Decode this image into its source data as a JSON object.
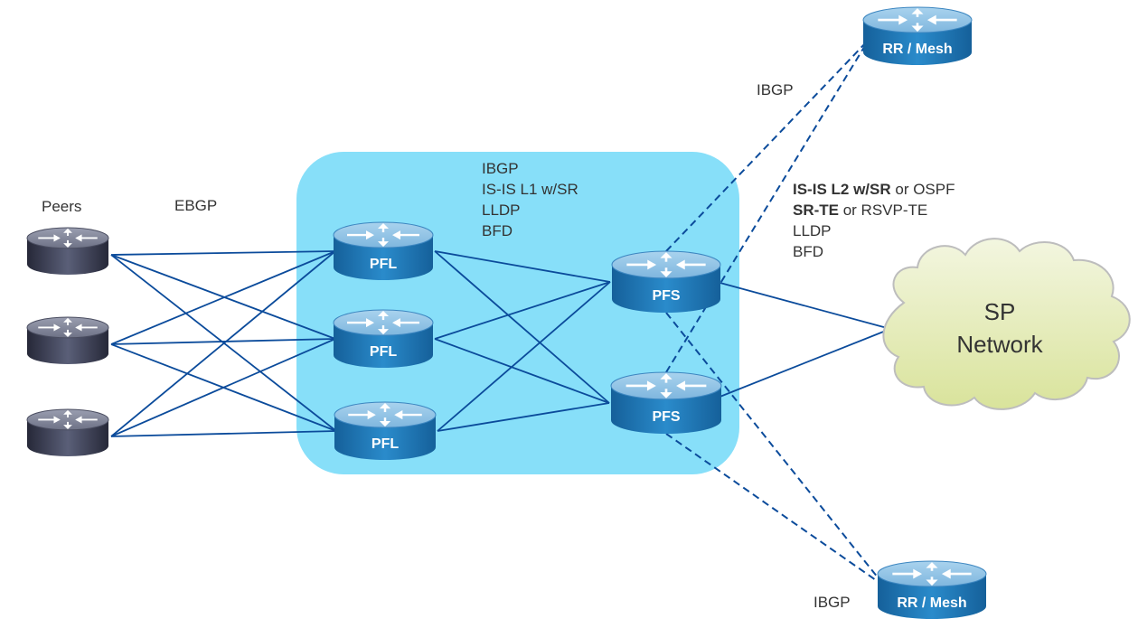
{
  "diagram": {
    "colors": {
      "fabric_bg": "#87DFF9",
      "link": "#0B4B9B",
      "router_blue_top": "#8DC2E6",
      "router_blue_side": "#1C75B5",
      "router_dark_top": "#7B7F94",
      "router_dark_side": "#3A3D50",
      "cloud_fill": "#E4EBB5",
      "cloud_stroke": "#BDBDBD",
      "text": "#333333"
    },
    "labels": {
      "peers": "Peers",
      "ebgp": "EBGP",
      "ibgp_top": "IBGP",
      "ibgp_bottom": "IBGP",
      "fabric_protocols": [
        "IBGP",
        "IS-IS L1 w/SR",
        "LLDP",
        "BFD"
      ],
      "core_protocols": [
        {
          "bold": "IS-IS L2 w/SR",
          "rest": " or OSPF"
        },
        {
          "bold": "SR-TE",
          "rest": " or RSVP-TE"
        },
        {
          "bold": "",
          "rest": "LLDP"
        },
        {
          "bold": "",
          "rest": "BFD"
        }
      ],
      "cloud": [
        "SP",
        "Network"
      ]
    },
    "nodes": [
      {
        "id": "peer1",
        "type": "peer",
        "label": ""
      },
      {
        "id": "peer2",
        "type": "peer",
        "label": ""
      },
      {
        "id": "peer3",
        "type": "peer",
        "label": ""
      },
      {
        "id": "pfl1",
        "type": "router",
        "label": "PFL"
      },
      {
        "id": "pfl2",
        "type": "router",
        "label": "PFL"
      },
      {
        "id": "pfl3",
        "type": "router",
        "label": "PFL"
      },
      {
        "id": "pfs1",
        "type": "router",
        "label": "PFS"
      },
      {
        "id": "pfs2",
        "type": "router",
        "label": "PFS"
      },
      {
        "id": "rr1",
        "type": "router",
        "label": "RR / Mesh"
      },
      {
        "id": "rr2",
        "type": "router",
        "label": "RR / Mesh"
      },
      {
        "id": "sp",
        "type": "cloud",
        "label": "SP Network"
      }
    ],
    "links": [
      {
        "from": "peer1",
        "to": "pfl1",
        "style": "solid"
      },
      {
        "from": "peer1",
        "to": "pfl2",
        "style": "solid"
      },
      {
        "from": "peer1",
        "to": "pfl3",
        "style": "solid"
      },
      {
        "from": "peer2",
        "to": "pfl1",
        "style": "solid"
      },
      {
        "from": "peer2",
        "to": "pfl2",
        "style": "solid"
      },
      {
        "from": "peer2",
        "to": "pfl3",
        "style": "solid"
      },
      {
        "from": "peer3",
        "to": "pfl1",
        "style": "solid"
      },
      {
        "from": "peer3",
        "to": "pfl2",
        "style": "solid"
      },
      {
        "from": "peer3",
        "to": "pfl3",
        "style": "solid"
      },
      {
        "from": "pfl1",
        "to": "pfs1",
        "style": "solid"
      },
      {
        "from": "pfl1",
        "to": "pfs2",
        "style": "solid"
      },
      {
        "from": "pfl2",
        "to": "pfs1",
        "style": "solid"
      },
      {
        "from": "pfl2",
        "to": "pfs2",
        "style": "solid"
      },
      {
        "from": "pfl3",
        "to": "pfs1",
        "style": "solid"
      },
      {
        "from": "pfl3",
        "to": "pfs2",
        "style": "solid"
      },
      {
        "from": "pfs1",
        "to": "sp",
        "style": "solid"
      },
      {
        "from": "pfs2",
        "to": "sp",
        "style": "solid"
      },
      {
        "from": "pfs1",
        "to": "rr1",
        "style": "dashed"
      },
      {
        "from": "pfs2",
        "to": "rr1",
        "style": "dashed"
      },
      {
        "from": "pfs1",
        "to": "rr2",
        "style": "dashed"
      },
      {
        "from": "pfs2",
        "to": "rr2",
        "style": "dashed"
      }
    ]
  }
}
